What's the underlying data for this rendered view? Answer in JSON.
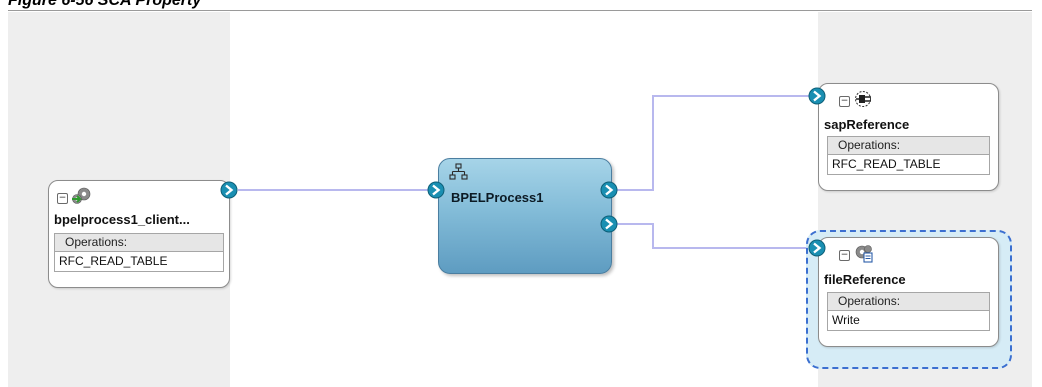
{
  "figure": {
    "caption": "Figure 6-56    SCA Property"
  },
  "composite": {
    "left_service": {
      "title": "bpelprocess1_client...",
      "icon": "service-gear-icon",
      "operations_label": "Operations:",
      "operations": [
        "RFC_READ_TABLE"
      ]
    },
    "component": {
      "title": "BPELProcess1",
      "icon": "bpel-hierarchy-icon"
    },
    "references": [
      {
        "title": "sapReference",
        "icon": "adapter-plug-icon",
        "operations_label": "Operations:",
        "operations": [
          "RFC_READ_TABLE"
        ],
        "selected": false
      },
      {
        "title": "fileReference",
        "icon": "file-adapter-gear-icon",
        "operations_label": "Operations:",
        "operations": [
          "Write"
        ],
        "selected": true
      }
    ],
    "colors": {
      "swimlane": "#eeeeee",
      "wire": "#b8b8ee",
      "bpel_top": "#a6d4e8",
      "bpel_bottom": "#5e9cc1",
      "port_fill": "#1a8fb2",
      "selection": "#3b6fd0"
    }
  }
}
